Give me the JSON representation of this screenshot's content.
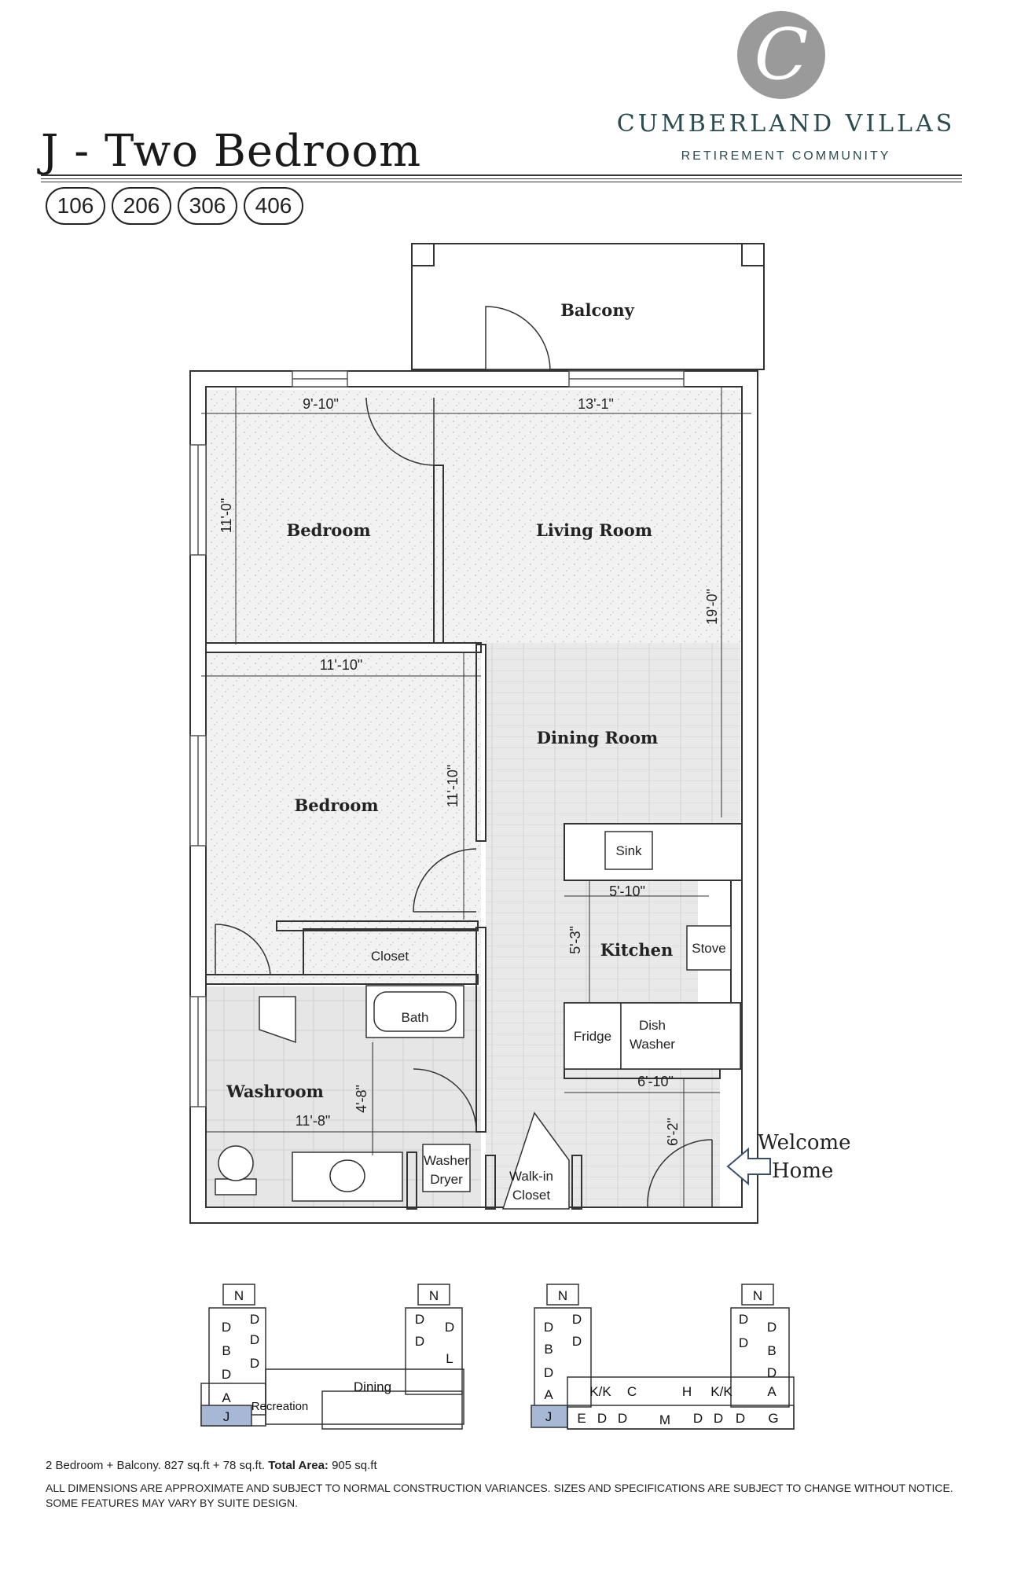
{
  "brand": {
    "name": "CUMBERLAND VILLAS",
    "subtitle": "RETIREMENT COMMUNITY",
    "logo_letter": "C"
  },
  "plan": {
    "title": "J - Two Bedroom",
    "units": [
      "106",
      "206",
      "306",
      "406"
    ]
  },
  "rooms": {
    "balcony": "Balcony",
    "bedroom1": "Bedroom",
    "living": "Living Room",
    "bedroom2": "Bedroom",
    "dining": "Dining Room",
    "kitchen": "Kitchen",
    "washroom": "Washroom",
    "closet": "Closet",
    "bath": "Bath",
    "walkin": [
      "Walk-in",
      "Closet"
    ]
  },
  "fixtures": {
    "sink": "Sink",
    "stove": "Stove",
    "fridge": "Fridge",
    "dish": [
      "Dish",
      "Washer"
    ],
    "washer": [
      "Washer",
      "Dryer"
    ]
  },
  "dims": {
    "d1": "9'-10\"",
    "d2": "13'-1\"",
    "d3": "11'-0\"",
    "d4": "19'-0\"",
    "d5": "11'-10\"",
    "d6": "11'-10\"",
    "d7": "5'-10\"",
    "d8": "5'-3\"",
    "d9": "4'-8\"",
    "d10": "11'-8\"",
    "d11": "6'-10\"",
    "d12": "6'-2\""
  },
  "welcome": [
    "Welcome",
    "Home"
  ],
  "keyplan_left": {
    "labels": [
      "N",
      "D",
      "D",
      "D",
      "B",
      "D",
      "D",
      "A",
      "J",
      "N",
      "D",
      "D",
      "D",
      "L",
      "Dining",
      "Recreation"
    ]
  },
  "keyplan_right": {
    "labels": [
      "N",
      "D",
      "D",
      "B",
      "D",
      "D",
      "A",
      "J",
      "E",
      "D",
      "D",
      "K/K",
      "C",
      "M",
      "H",
      "K/K",
      "D",
      "D",
      "D",
      "N",
      "D",
      "D",
      "D",
      "B",
      "D",
      "A",
      "G"
    ]
  },
  "footer": {
    "area_prefix": "2 Bedroom + Balcony. 827 sq.ft + 78 sq.ft.",
    "area_label": "Total Area:",
    "area_value": "905 sq.ft",
    "disclaimer": "ALL DIMENSIONS ARE APPROXIMATE AND SUBJECT TO NORMAL CONSTRUCTION VARIANCES. SIZES AND SPECIFICATIONS ARE SUBJECT TO CHANGE WITHOUT NOTICE. SOME FEATURES MAY VARY BY SUITE DESIGN."
  },
  "colors": {
    "brand": "#2a4b4f",
    "highlight": "#a7b8d6",
    "logo": "#9a9a9a"
  }
}
